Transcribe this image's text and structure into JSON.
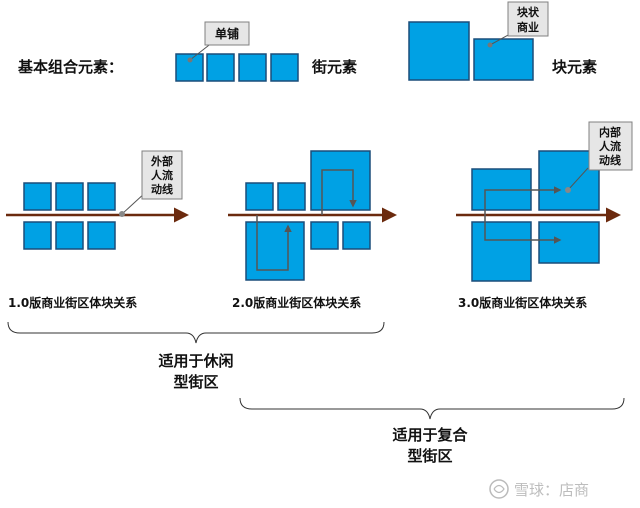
{
  "header": {
    "label": "基本组合元素：",
    "street_label": "街元素",
    "block_label": "块元素"
  },
  "callouts": {
    "shop": "单铺",
    "block_business": [
      "块状",
      "商业"
    ],
    "outer_flow": [
      "外部",
      "人流",
      "动线"
    ],
    "inner_flow": [
      "内部",
      "人流",
      "动线"
    ]
  },
  "versions": [
    "1.0版商业街区体块关系",
    "2.0版商业街区体块关系",
    "3.0版商业街区体块关系"
  ],
  "applicability": {
    "leisure": [
      "适用于休闲",
      "型街区"
    ],
    "complex": [
      "适用于复合",
      "型街区"
    ]
  },
  "watermark": "雪球：店商",
  "colors": {
    "block_fill": "#00A1E4",
    "block_stroke": "#1a4d7a",
    "arrow": "#6b2a0e",
    "callout_fill": "#e6e6e6",
    "callout_stroke": "#808080"
  }
}
